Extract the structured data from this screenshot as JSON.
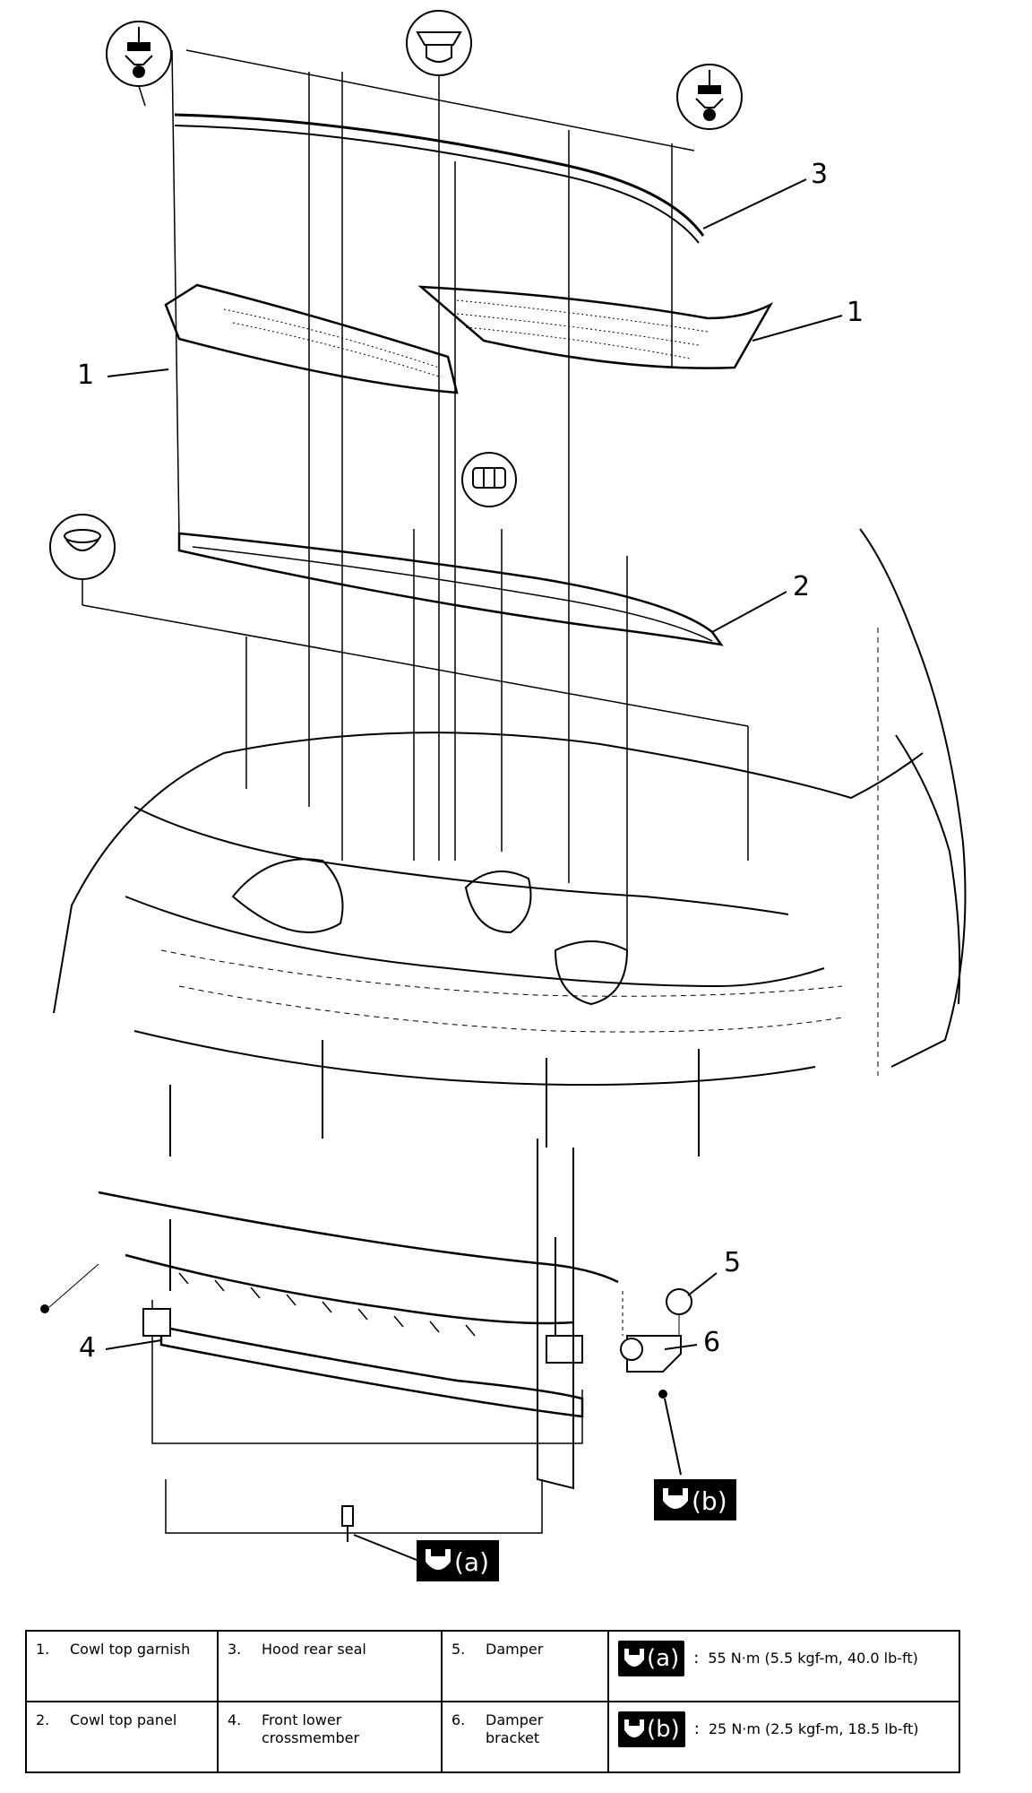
{
  "callouts": {
    "c1_left": "1",
    "c1_right": "1",
    "c2": "2",
    "c3": "3",
    "c4": "4",
    "c5": "5",
    "c6": "6"
  },
  "torque_marks": {
    "a": "(a)",
    "b": "(b)"
  },
  "legend": {
    "items": [
      {
        "num": "1.",
        "text": "Cowl top garnish"
      },
      {
        "num": "2.",
        "text": "Cowl top panel"
      },
      {
        "num": "3.",
        "text": "Hood rear seal"
      },
      {
        "num": "4.",
        "text": "Front lower crossmember"
      },
      {
        "num": "5.",
        "text": "Damper"
      },
      {
        "num": "6.",
        "text": "Damper bracket"
      }
    ],
    "torques": [
      {
        "mark": "(a)",
        "colon": ":",
        "value": "55 N·m (5.5 kgf-m, 40.0 lb-ft)"
      },
      {
        "mark": "(b)",
        "colon": ":",
        "value": "25 N·m (2.5 kgf-m, 18.5 lb-ft)"
      }
    ]
  },
  "icons": [
    "clip-icon",
    "grommet-icon",
    "clamp-icon",
    "torque-wrench-icon"
  ]
}
